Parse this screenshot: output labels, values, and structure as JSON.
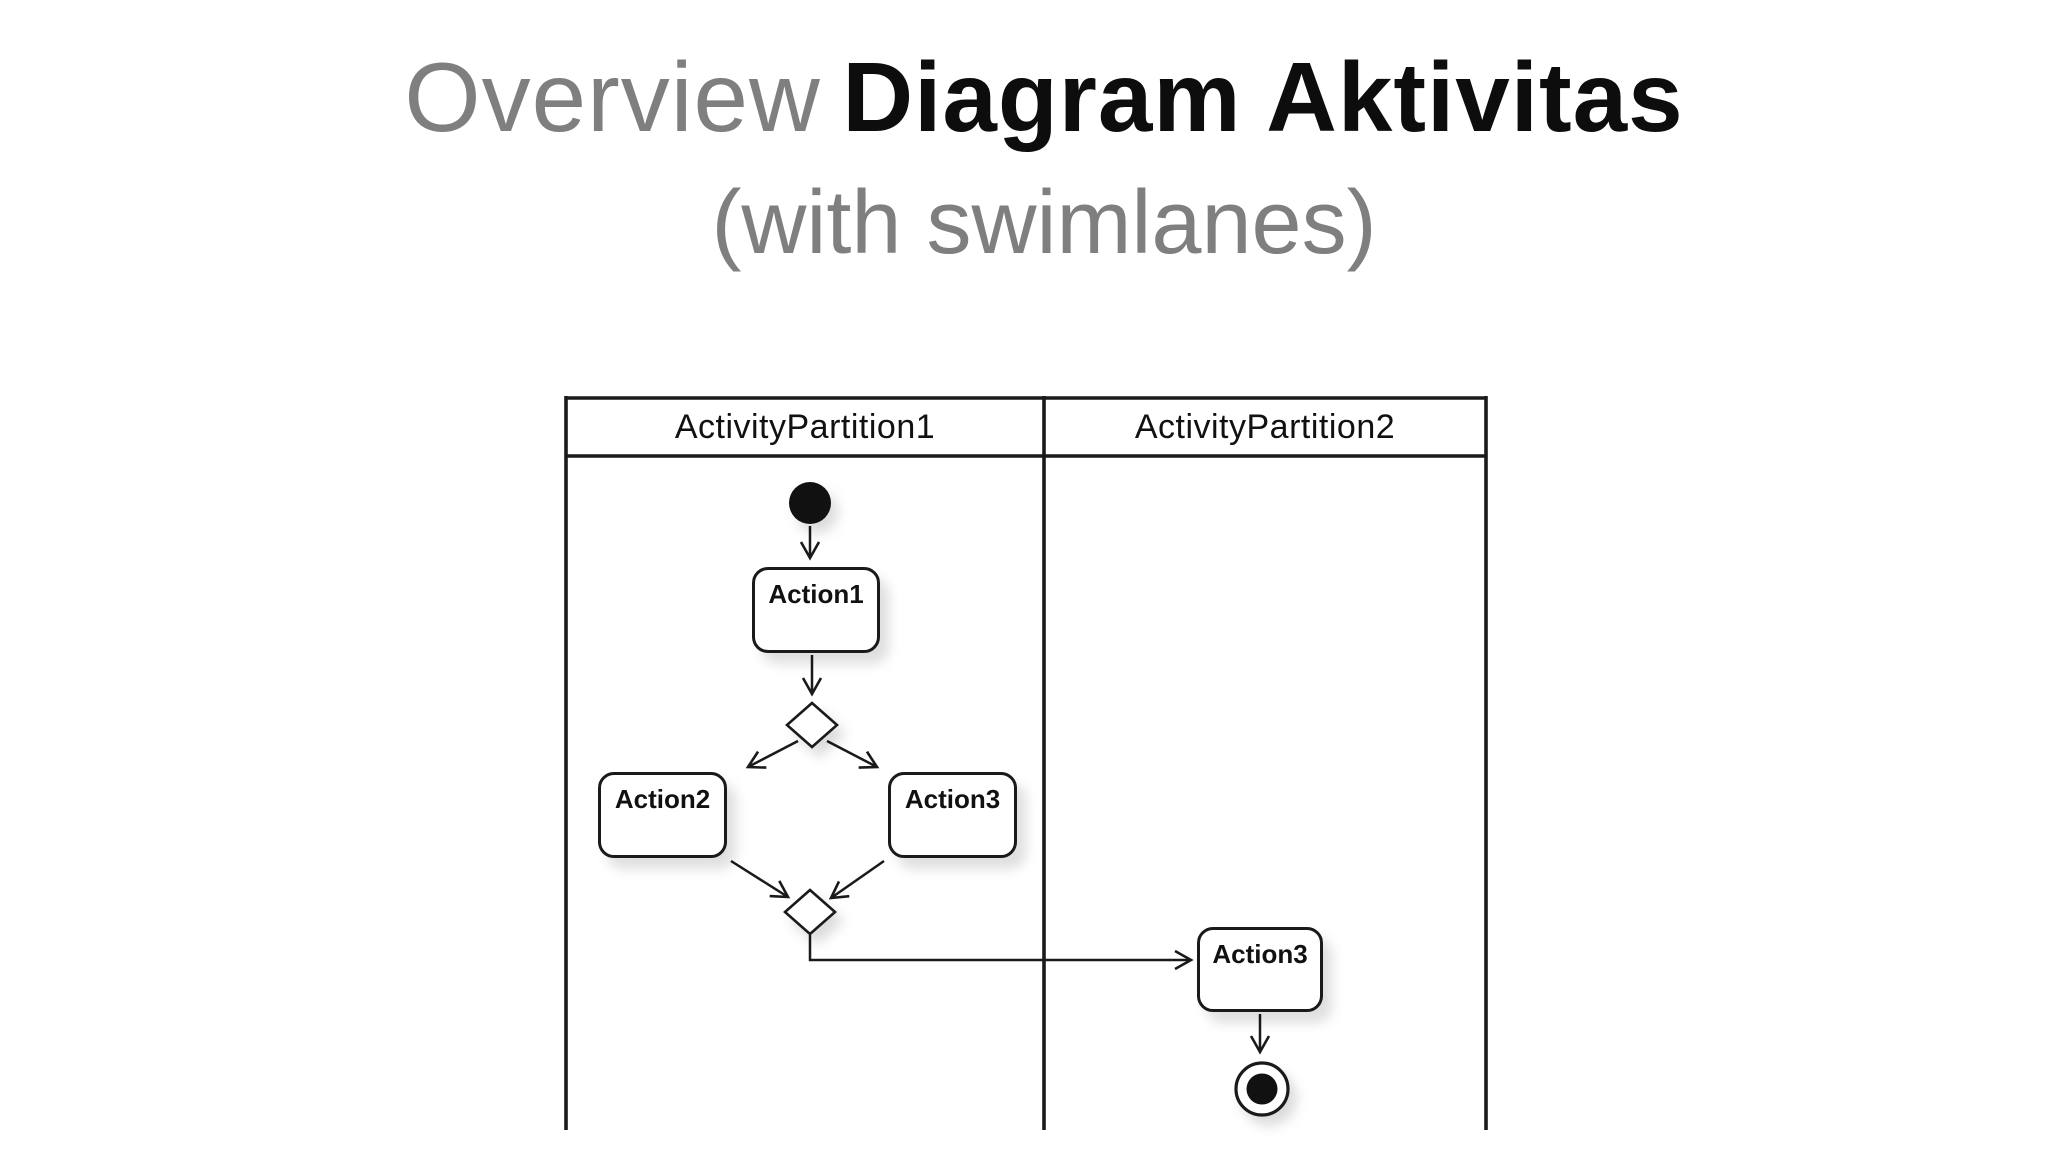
{
  "title": {
    "line1_muted": "Overview",
    "line1_bold": "Diagram Aktivitas",
    "line2": "(with swimlanes)",
    "muted_color": "#7f7f7f",
    "bold_color": "#0d0d0d"
  },
  "diagram": {
    "type": "uml-activity-diagram-with-swimlanes",
    "partitions": [
      {
        "label": "ActivityPartition1"
      },
      {
        "label": "ActivityPartition2"
      }
    ],
    "nodes": {
      "start": "initial-node",
      "action1": "Action1",
      "action2": "Action2",
      "action3_p1": "Action3",
      "action3_p2": "Action3",
      "decision": "decision-node",
      "merge": "merge-node",
      "final": "activity-final-node"
    },
    "edges": [
      {
        "from": "start",
        "to": "Action1"
      },
      {
        "from": "Action1",
        "to": "decision"
      },
      {
        "from": "decision",
        "to": "Action2"
      },
      {
        "from": "decision",
        "to": "Action3 (partition1)"
      },
      {
        "from": "Action2",
        "to": "merge"
      },
      {
        "from": "Action3 (partition1)",
        "to": "merge"
      },
      {
        "from": "merge",
        "to": "Action3 (partition2)"
      },
      {
        "from": "Action3 (partition2)",
        "to": "final"
      }
    ],
    "line_color": "#1a1a1a",
    "background": "#ffffff"
  }
}
